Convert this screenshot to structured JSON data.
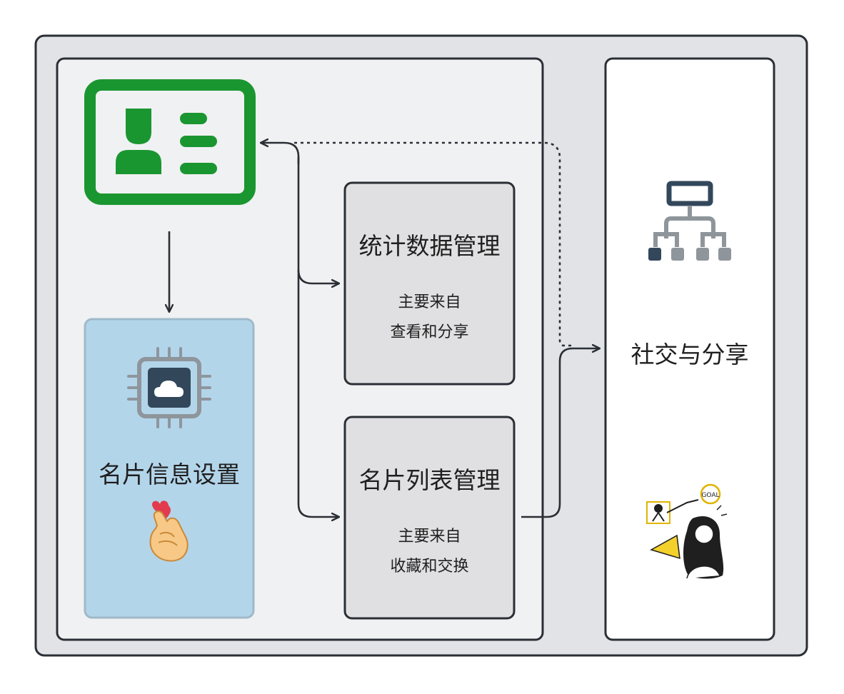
{
  "palette": {
    "frame_fill": "#e1e3e6",
    "panel_fill": "#f0f1f3",
    "white": "#ffffff",
    "blue_box": "#b3d5ea",
    "box_gray": "#e0e0e2",
    "stroke": "#2a2f35",
    "card_green": "#1a9630",
    "chip_gray": "#8e959b",
    "chip_dark": "#33475b",
    "tree_dark": "#33475b",
    "tree_gray": "#8e959b",
    "heart": "#e23b4e",
    "hand": "#f8c886"
  },
  "nodes": {
    "card_settings": {
      "title": "名片信息设置",
      "icon": "business-card-icon",
      "chip_icon": "cloud-chip-icon",
      "emoji": "finger-heart-hand-icon"
    },
    "stats": {
      "title": "统计数据管理",
      "sub_line1": "主要来自",
      "sub_line2": "查看和分享"
    },
    "card_list": {
      "title": "名片列表管理",
      "sub_line1": "主要来自",
      "sub_line2": "收藏和交换"
    },
    "social": {
      "title": "社交与分享",
      "icon": "hierarchy-tree-icon",
      "illustration": "goal-people-illustration",
      "illustration_badge": "GOAL"
    }
  }
}
